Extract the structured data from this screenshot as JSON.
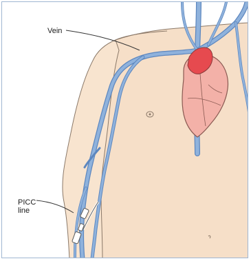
{
  "labels": {
    "vein": "Vein",
    "picc_line_1": "PICC",
    "picc_line_2": "line"
  },
  "colors": {
    "skin": "#f6dfc8",
    "skin_outline": "#8a7868",
    "vein": "#8fb2dc",
    "vein_outline": "#5d87bf",
    "heart": "#f3b1a8",
    "heart_top": "#e64a4f",
    "line": "#333333"
  }
}
